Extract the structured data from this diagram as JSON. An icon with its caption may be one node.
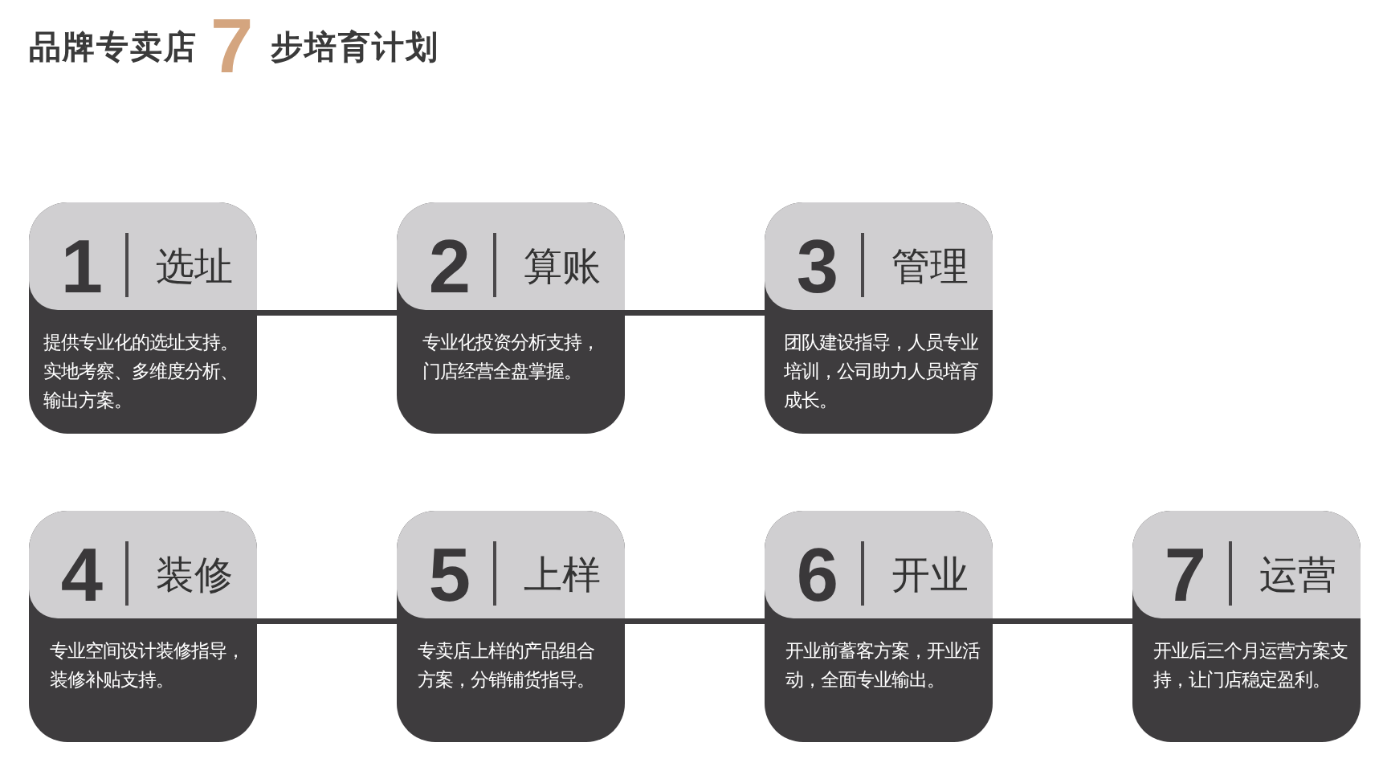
{
  "diagram": {
    "title": "品牌专卖店**7**步培育计划",
    "nodes": [
      {
        "text": [
          "1",
          "选址",
          "提供专业化的选址支持。实地考察、多维度分析、输出方案。"
        ]
      },
      {
        "text": [
          "2",
          "算账",
          "专业化投资分析支持，门店经营全盘掌握。"
        ]
      },
      {
        "text": [
          "3",
          "管理",
          "团队建设指导，人员专业培训，公司助力人员培育成长。"
        ]
      },
      {
        "text": [
          "4",
          "装修",
          "专业空间设计装修指导，装修补贴支持。"
        ]
      },
      {
        "text": [
          "5",
          "上样",
          "专卖店上样的产品组合方案，分销铺货指导。"
        ]
      },
      {
        "text": [
          "6",
          "开业",
          "开业前蓄客方案，开业活动，全面专业输出。"
        ]
      },
      {
        "text": [
          "7",
          "运营",
          "开业后三个月运营方案支持，让门店稳定盈利。"
        ]
      }
    ],
    "edges": [
      {
        "from": 0,
        "to": 1,
        "arrow": "none"
      },
      {
        "from": 1,
        "to": 2,
        "arrow": "none"
      },
      {
        "from": 3,
        "to": 4,
        "arrow": "none"
      },
      {
        "from": 4,
        "to": 5,
        "arrow": "none"
      },
      {
        "from": 5,
        "to": 6,
        "arrow": "none"
      }
    ]
  }
}
